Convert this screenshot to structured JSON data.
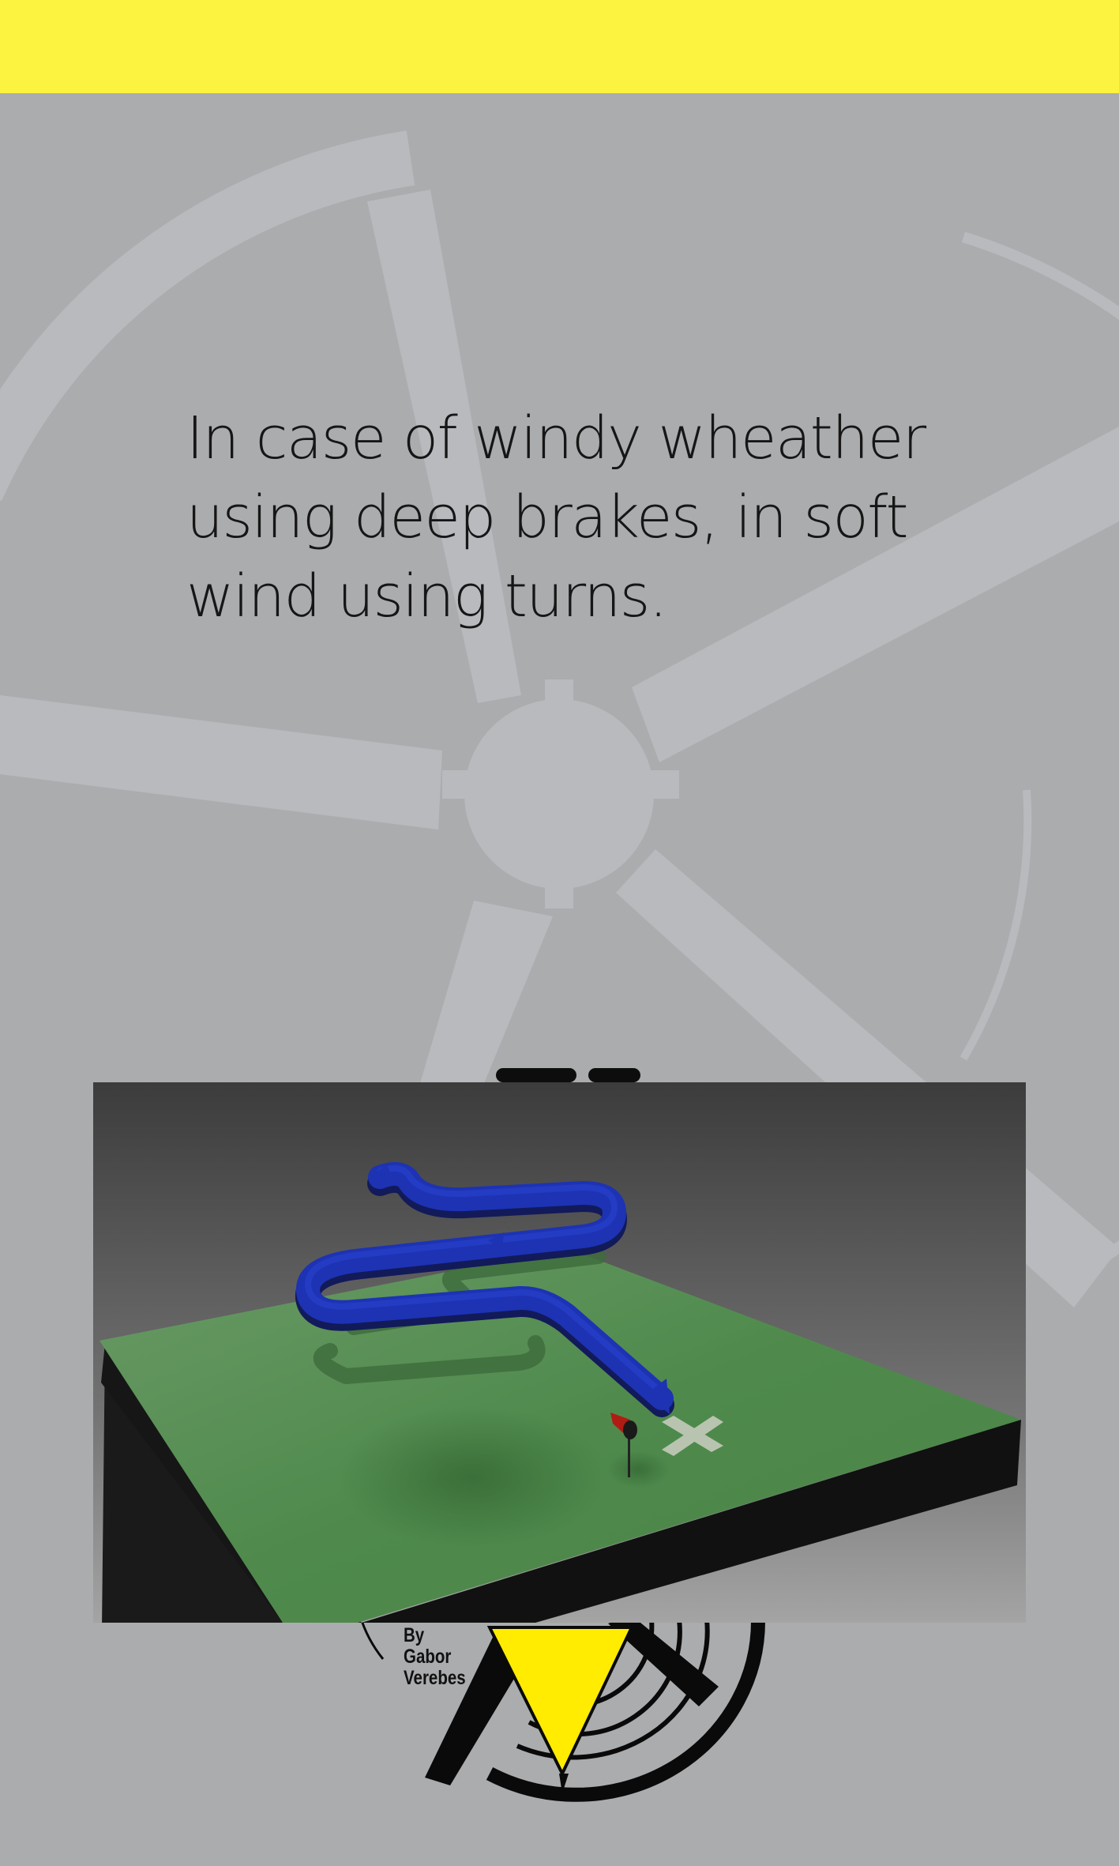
{
  "headline": "In case of windy wheather\nusing deep brakes, in soft\nwind using turns.",
  "credit": "By\nGabor\nVerebes",
  "colors": {
    "top_bar": "#fcf240",
    "background": "#abacae",
    "wheel": "#b9babd",
    "path": "#1d33b4",
    "ground": "#4e8a4c",
    "logo_yellow": "#ffec00"
  },
  "icons": [
    "background-wheel",
    "flight-path-arrow",
    "windsock-icon",
    "landing-cross-icon",
    "logo-compass"
  ]
}
